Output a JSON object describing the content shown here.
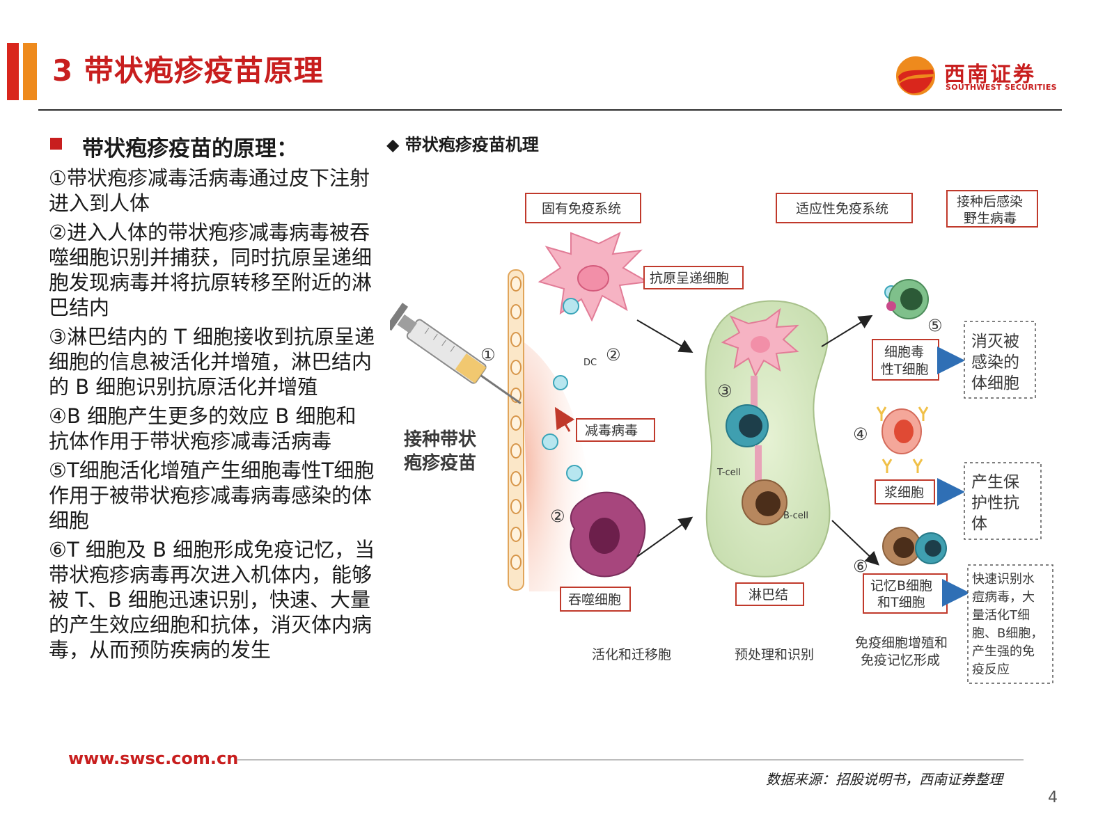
{
  "header": {
    "title": "3 带状疱疹疫苗原理",
    "logo_cn": "西南证券",
    "logo_en": "SOUTHWEST SECURITIES",
    "logo_colors": {
      "red": "#d9261c",
      "orange": "#ee8a1d"
    }
  },
  "left": {
    "heading": "带状疱疹疫苗的原理：",
    "paragraphs": [
      "①带状疱疹减毒活病毒通过皮下注射进入到人体",
      "②进入人体的带状疱疹减毒病毒被吞噬细胞识别并捕获，同时抗原呈递细胞发现病毒并将抗原转移至附近的淋巴结内",
      "③淋巴结内的 T 细胞接收到抗原呈递细胞的信息被活化并增殖，淋巴结内的 B 细胞识别抗原活化并增殖",
      "④B 细胞产生更多的效应 B 细胞和抗体作用于带状疱疹减毒活病毒",
      "⑤T细胞活化增殖产生细胞毒性T细胞作用于被带状疱疹减毒病毒感染的体细胞",
      "⑥T 细胞及 B 细胞形成免疫记忆，当带状疱疹病毒再次进入机体内，能够被 T、B 细胞迅速识别，快速、大量的产生效应细胞和抗体，消灭体内病毒，从而预防疾病的发生"
    ]
  },
  "diagram": {
    "title": "◆ 带状疱疹疫苗机理",
    "innate": "固有免疫系统",
    "adaptive": "适应性免疫系统",
    "post_vacc_line1": "接种后感染",
    "post_vacc_line2": "野生病毒",
    "apc": "抗原呈递细胞",
    "dc": "DC",
    "vaccine_line1": "接种带状",
    "vaccine_line2": "疱疹疫苗",
    "attenuated": "减毒病毒",
    "phagocyte": "吞噬细胞",
    "lymph_node": "淋巴结",
    "tcell": "T-cell",
    "bcell": "B-cell",
    "ctl_line1": "细胞毒",
    "ctl_line2": "性T细胞",
    "kill_line1": "消灭被",
    "kill_line2": "感染的",
    "kill_line3": "体细胞",
    "plasma": "浆细胞",
    "protect_line1": "产生保",
    "protect_line2": "护性抗",
    "protect_line3": "体",
    "memory_line1": "记忆B细胞",
    "memory_line2": "和T细胞",
    "rapid_line1": "快速识别水",
    "rapid_line2": "痘病毒，大",
    "rapid_line3": "量活化T细",
    "rapid_line4": "胞、B细胞，",
    "rapid_line5": "产生强的免",
    "rapid_line6": "疫反应",
    "stage1": "活化和迁移胞",
    "stage2": "预处理和识别",
    "stage3_line1": "免疫细胞增殖和",
    "stage3_line2": "免疫记忆形成",
    "n1": "①",
    "n2a": "②",
    "n2b": "②",
    "n3": "③",
    "n4": "④",
    "n5": "⑤",
    "n6": "⑥"
  },
  "footer": {
    "url": "www.swsc.com.cn",
    "source": "数据来源：招股说明书，西南证券整理",
    "page": "4"
  }
}
